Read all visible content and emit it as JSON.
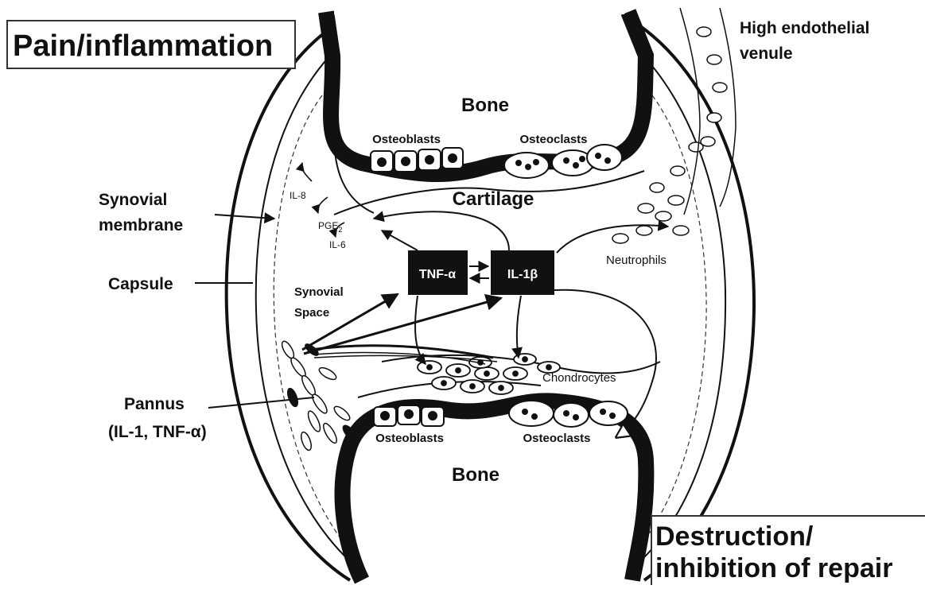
{
  "corner_boxes": {
    "pain": "Pain/inflammation",
    "destruction_line1": "Destruction/",
    "destruction_line2": "inhibition of repair"
  },
  "labels": {
    "bone_top": "Bone",
    "bone_bottom": "Bone",
    "osteoblasts_top": "Osteoblasts",
    "osteoclasts_top": "Osteoclasts",
    "osteoblasts_bottom": "Osteoblasts",
    "osteoclasts_bottom": "Osteoclasts",
    "cartilage": "Cartilage",
    "venule_line1": "High endothelial",
    "venule_line2": "venule",
    "synovial_membrane_line1": "Synovial",
    "synovial_membrane_line2": "membrane",
    "capsule": "Capsule",
    "pannus_line1": "Pannus",
    "pannus_line2": "(IL-1, TNF-α)",
    "synovial_space_line1": "Synovial",
    "synovial_space_line2": "Space",
    "neutrophils": "Neutrophils",
    "chondrocytes": "Chondrocytes",
    "tnf": "TNF-α",
    "il1": "IL-1β",
    "il8": "IL-8",
    "pge": "PGE",
    "pge_sub": "2",
    "il6": "IL-6"
  }
}
